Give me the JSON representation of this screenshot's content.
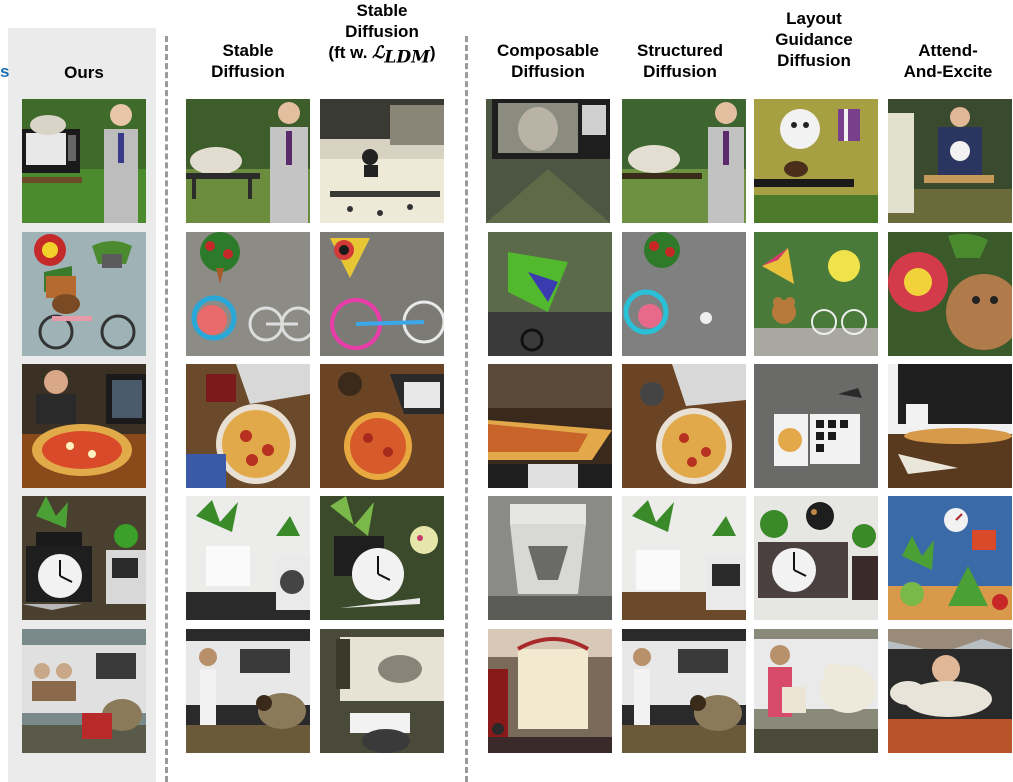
{
  "figure": {
    "clipped_label": "s",
    "columns": [
      {
        "key": "ours",
        "lines": [
          "Ours"
        ]
      },
      {
        "key": "sd",
        "lines": [
          "Stable",
          "Diffusion"
        ]
      },
      {
        "key": "sd_ft",
        "lines": [
          "Stable",
          "Diffusion"
        ],
        "extra_prefix": "(ft w. ",
        "extra_math": "ℒ",
        "extra_sub": "LDM",
        "extra_suffix": ")"
      },
      {
        "key": "composable",
        "lines": [
          "Composable",
          "Diffusion"
        ]
      },
      {
        "key": "structured",
        "lines": [
          "Structured",
          "Diffusion"
        ]
      },
      {
        "key": "layout",
        "lines": [
          "Layout",
          "Guidance",
          "Diffusion"
        ]
      },
      {
        "key": "attend",
        "lines": [
          "Attend-",
          "And-Excite"
        ]
      }
    ],
    "rows": [
      {
        "key": "sheep-man-bench"
      },
      {
        "key": "kite-bike-plant-bear"
      },
      {
        "key": "pizza-desk"
      },
      {
        "key": "plant-clock-oven"
      },
      {
        "key": "truck-woman-sheep"
      }
    ],
    "colors": {
      "ours_panel": "#ebebeb",
      "divider": "#9a9a9a",
      "clipped_label": "#1f6fb5"
    }
  }
}
